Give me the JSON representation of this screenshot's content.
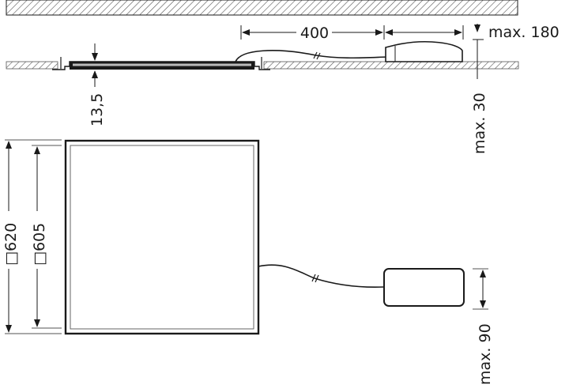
{
  "diagram": {
    "type": "technical-dimension-drawing",
    "subject": "recessed LED panel luminaire with remote driver",
    "side_view": {
      "cable_length_label": "400",
      "driver_height_label": "max. 180",
      "ceiling_void_label": "max. 30",
      "panel_thickness_label": "13,5"
    },
    "top_view": {
      "outer_size_label": "□620",
      "inner_size_label": "□605",
      "driver_width_label": "max. 90"
    },
    "colors": {
      "line": "#1a1a1a",
      "hatch": "#555555",
      "background": "#ffffff",
      "panel_inner": "#bbbbbb"
    }
  }
}
